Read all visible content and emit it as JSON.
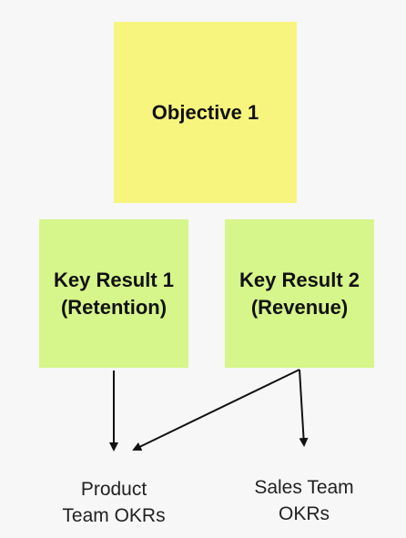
{
  "colors": {
    "background": "#f7f7f7",
    "objective_note": "#f8f57e",
    "key_result_note": "#d6f58a",
    "arrow": "#111111"
  },
  "objective": {
    "label": "Objective 1"
  },
  "key_results": [
    {
      "label": "Key Result 1\n(Retention)"
    },
    {
      "label": "Key Result 2\n(Revenue)"
    }
  ],
  "outcomes": [
    {
      "label": "Product\nTeam OKRs"
    },
    {
      "label": "Sales Team\nOKRs"
    }
  ],
  "connections": [
    {
      "from": "Key Result 1",
      "to": "Product Team OKRs"
    },
    {
      "from": "Key Result 2",
      "to": "Product Team OKRs"
    },
    {
      "from": "Key Result 2",
      "to": "Sales Team OKRs"
    }
  ]
}
